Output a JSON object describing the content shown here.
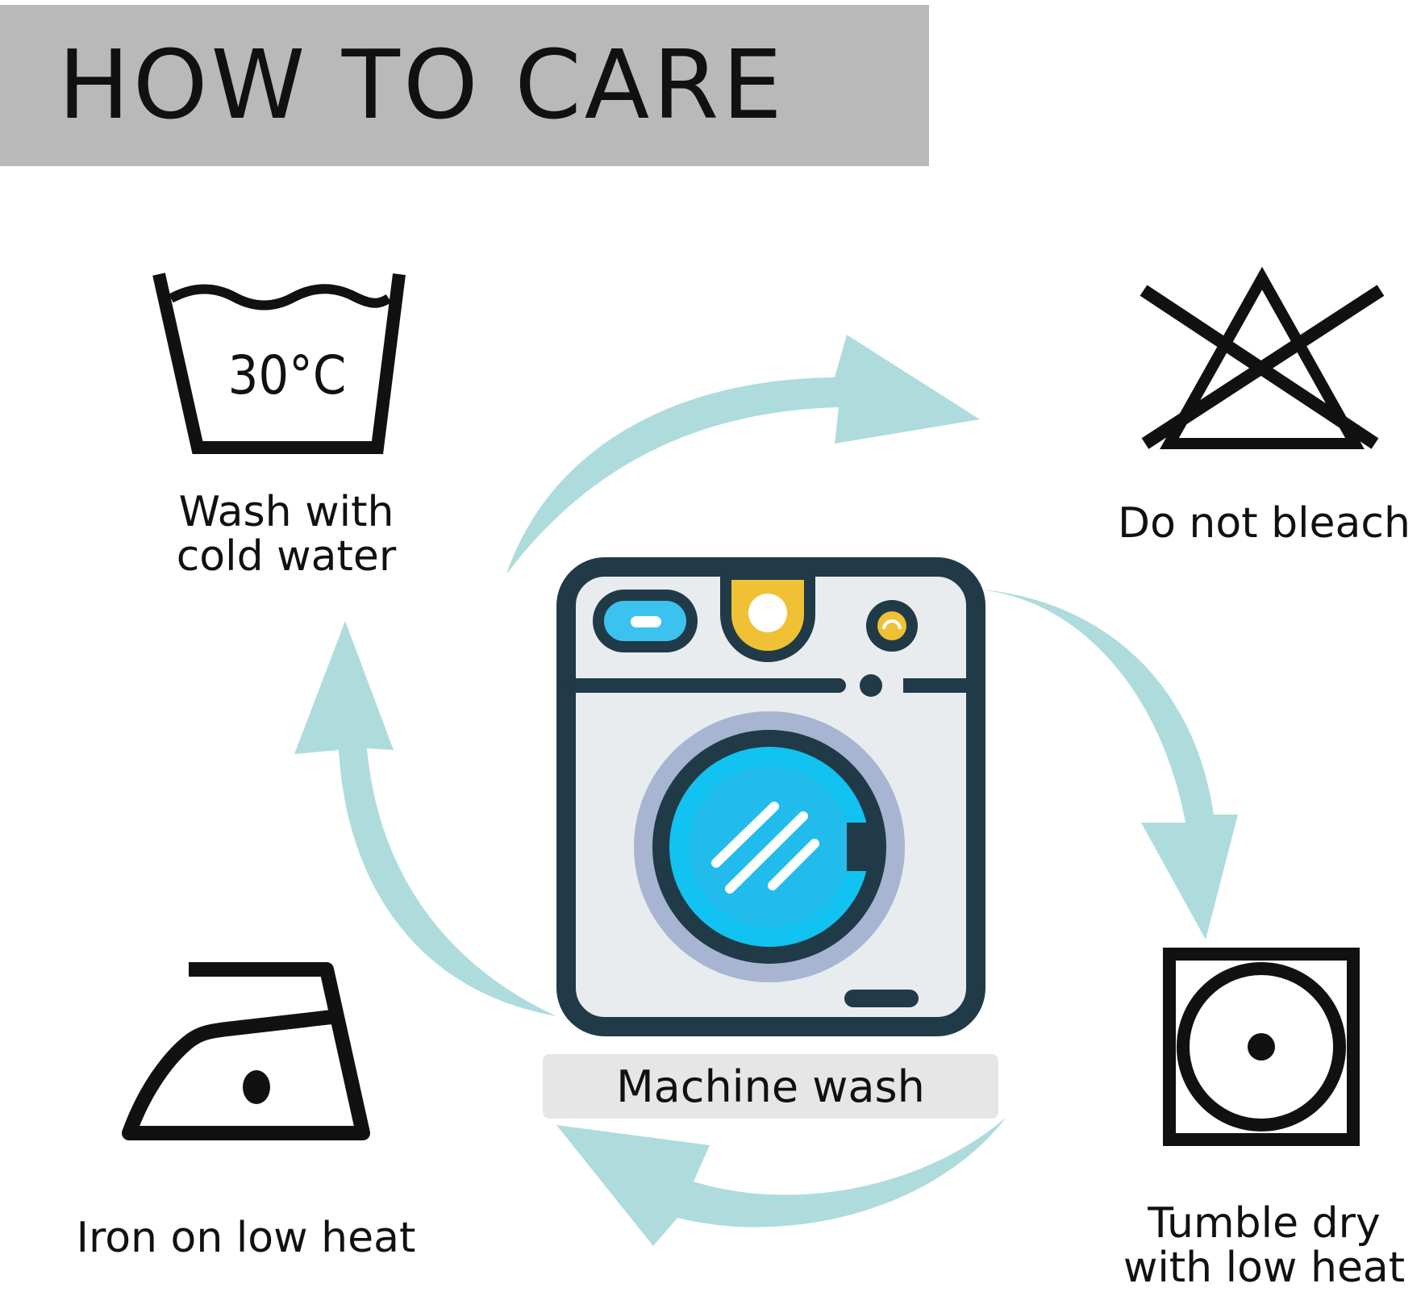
{
  "header": {
    "title": "HOW TO CARE"
  },
  "wash_icon": {
    "temperature": "30°C"
  },
  "labels": {
    "wash": "Wash with\ncold water",
    "bleach": "Do not bleach",
    "machine": "Machine wash",
    "iron": "Iron on low heat",
    "tumble": "Tumble dry\nwith low heat"
  },
  "colors": {
    "arrow": "#aedcdc",
    "outline": "#213a47",
    "panel": "#e8ecef",
    "drum_ring": "#a7b5d3",
    "drum": "#12c2f0",
    "accent_blue": "#3cc2ef",
    "accent_yellow": "#f0c035"
  },
  "icons": [
    "wash-tub-icon",
    "no-bleach-icon",
    "washing-machine-icon",
    "iron-icon",
    "tumble-dry-icon"
  ]
}
